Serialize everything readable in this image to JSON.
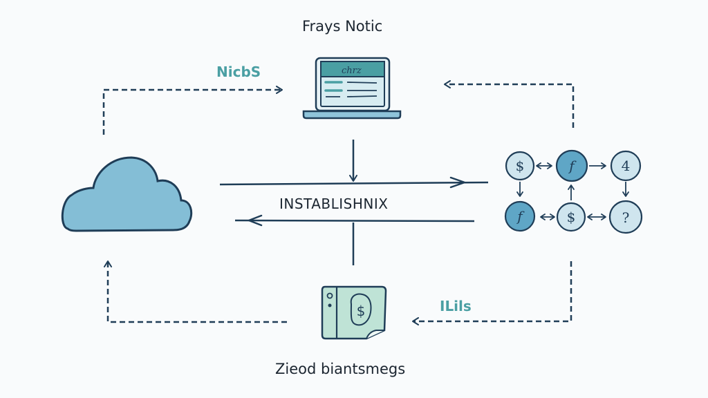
{
  "diagram": {
    "title_top": "Frays Notic",
    "title_bottom": "Zieod biantsmegs",
    "center_label": "INSTABLISHNIX",
    "label_top_left": "NicbS",
    "label_bottom_right": "ILils",
    "laptop_screen_text": "chrz",
    "nodes": [
      {
        "glyph": "$",
        "style": "light"
      },
      {
        "glyph": "f",
        "style": "dark"
      },
      {
        "glyph": "4",
        "style": "light"
      },
      {
        "glyph": "f",
        "style": "dark"
      },
      {
        "glyph": "$",
        "style": "light"
      },
      {
        "glyph": "?",
        "style": "light"
      }
    ],
    "wallet_glyph": "$",
    "colors": {
      "ink": "#1f3d57",
      "teal": "#4a9fa3",
      "cloud_fill": "#84bed6",
      "node_light": "#cfe5ee",
      "node_dark": "#5fa6c6",
      "wallet_fill": "#bfe3d6",
      "laptop_header": "#4a9fa3",
      "laptop_screen": "#d7ecf1",
      "laptop_base": "#8fc4da"
    }
  }
}
